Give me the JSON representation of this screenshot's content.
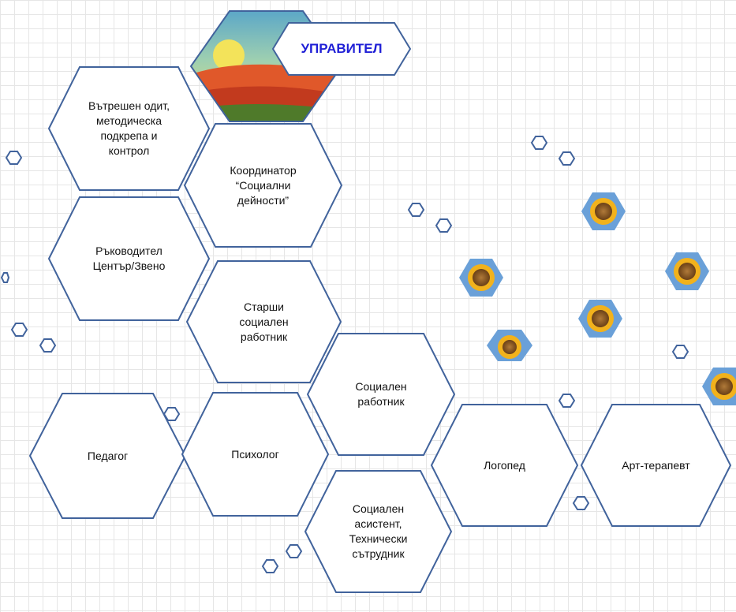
{
  "colors": {
    "outline": "#41639c",
    "fill": "#ffffff",
    "title_text": "#1f1fd6",
    "label_text": "#111111",
    "grid": "#e6e6e6"
  },
  "title": "УПРАВИТЕЛ",
  "roles": {
    "internal_audit": "Вътрешен одит,\nметодическа\nподкрепа и\nконтрол",
    "coordinator": "Координатор\n“Социални\nдейности”",
    "center_head": "Ръководител\nЦентър/Звено",
    "senior_social_worker": "Старши\nсоциален\nработник",
    "social_worker": "Социален\nработник",
    "pedagogue": "Педагог",
    "psychologist": "Психолог",
    "speech_therapist": "Логопед",
    "art_therapist": "Арт-терапевт",
    "social_assistant": "Социален\nасистент,\nТехнически\nсътрудник"
  },
  "icons": {
    "logo": "landscape-logo-icon",
    "sunflower": "sunflower-icon",
    "small_hexagon": "hexagon-outline-icon"
  }
}
